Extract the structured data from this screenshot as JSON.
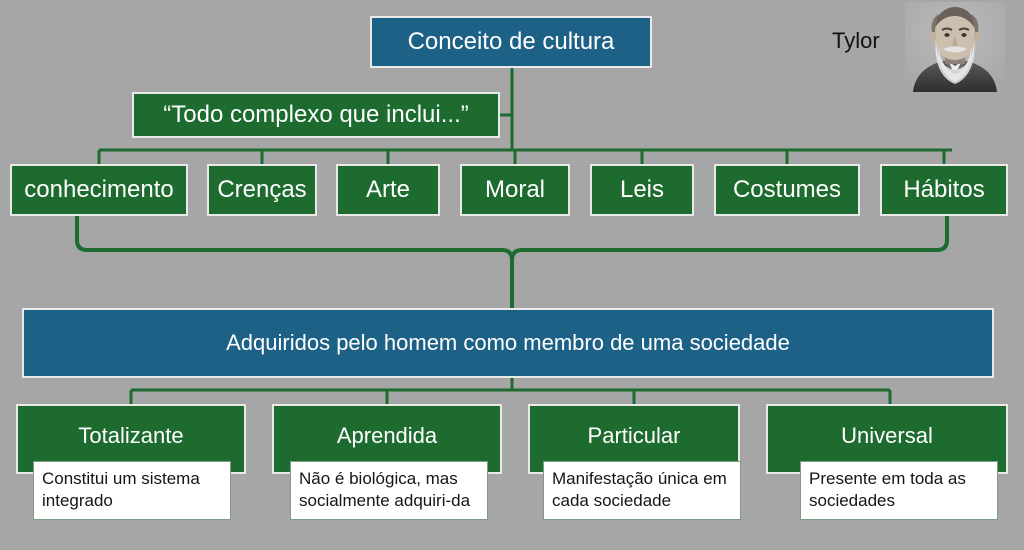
{
  "meta": {
    "background_color": "#a6a6a6",
    "blue_color": "#1d6186",
    "green_color": "#1d6b2e",
    "line_color": "#1d6b2e",
    "caption_bg": "#ffffff",
    "text_color_light": "#ffffff",
    "text_color_dark": "#151515"
  },
  "root": {
    "label": "Conceito de cultura"
  },
  "quote": {
    "label": "“Todo complexo que inclui...”"
  },
  "portrait": {
    "name": "Tylor",
    "icon": "portrait-photo"
  },
  "elements": [
    {
      "label": "conhecimento"
    },
    {
      "label": "Crenças"
    },
    {
      "label": "Arte"
    },
    {
      "label": "Moral"
    },
    {
      "label": "Leis"
    },
    {
      "label": "Costumes"
    },
    {
      "label": "Hábitos"
    }
  ],
  "band": {
    "label": "Adquiridos pelo homem como membro de uma sociedade"
  },
  "categories": [
    {
      "title": "Totalizante",
      "caption": "Constitui um sistema integrado"
    },
    {
      "title": "Aprendida",
      "caption": "Não é biológica, mas socialmente adquiri-da"
    },
    {
      "title": "Particular",
      "caption": "Manifestação única em cada sociedade"
    },
    {
      "title": "Universal",
      "caption": "Presente em toda as sociedades"
    }
  ]
}
